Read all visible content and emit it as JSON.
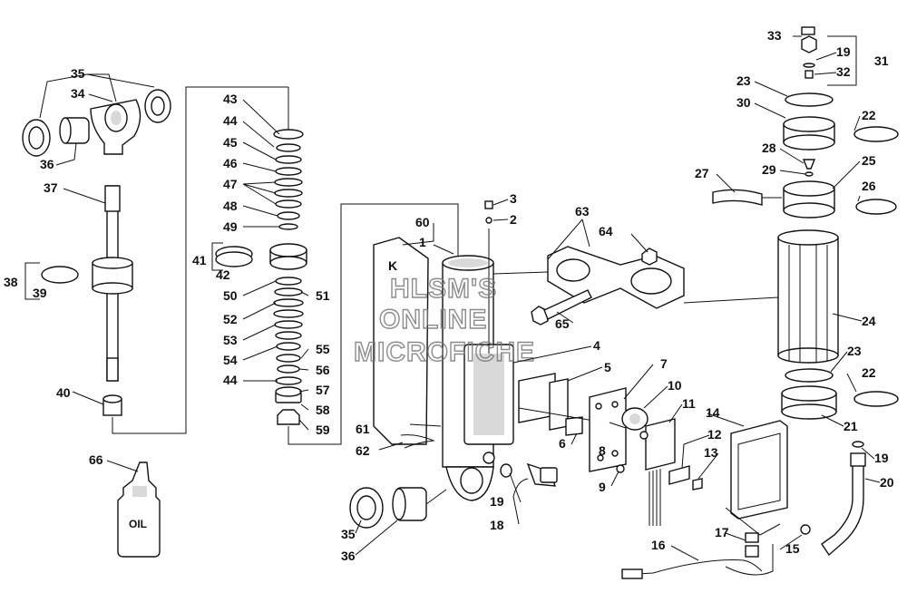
{
  "diagram": {
    "watermark": [
      "HLSM'S",
      "ONLINE",
      "MICROFICHE"
    ],
    "bottle_label": "OIL",
    "callouts": [
      "1",
      "2",
      "3",
      "4",
      "5",
      "6",
      "7",
      "8",
      "9",
      "10",
      "11",
      "12",
      "13",
      "14",
      "15",
      "16",
      "17",
      "18",
      "19",
      "19",
      "19",
      "20",
      "21",
      "22",
      "22",
      "23",
      "23",
      "24",
      "25",
      "26",
      "27",
      "28",
      "29",
      "30",
      "31",
      "32",
      "33",
      "34",
      "35",
      "35",
      "36",
      "36",
      "37",
      "38",
      "39",
      "40",
      "41",
      "42",
      "43",
      "44",
      "44",
      "45",
      "46",
      "47",
      "48",
      "49",
      "50",
      "51",
      "52",
      "53",
      "54",
      "55",
      "56",
      "57",
      "58",
      "59",
      "60",
      "61",
      "62",
      "63",
      "64",
      "65",
      "66"
    ]
  }
}
